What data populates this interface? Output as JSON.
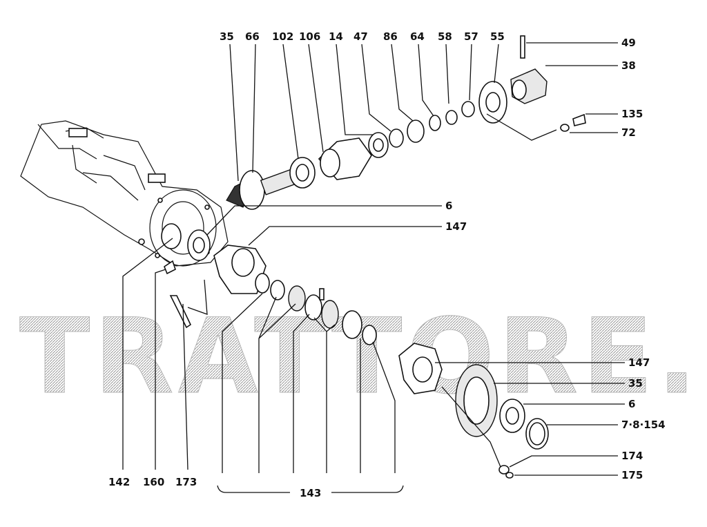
{
  "watermark": "TRATTORE.IT",
  "labels": {
    "top": [
      "35",
      "66",
      "102",
      "106",
      "14",
      "47",
      "86",
      "64",
      "58",
      "57",
      "55"
    ],
    "r49": "49",
    "r38": "38",
    "r135": "135",
    "r72": "72",
    "r6a": "6",
    "r147a": "147",
    "r147b": "147",
    "r35b": "35",
    "r6b": "6",
    "r7": "7·8·154",
    "r174": "174",
    "r175": "175",
    "b142": "142",
    "b160": "160",
    "b173": "173",
    "b143": "143"
  }
}
